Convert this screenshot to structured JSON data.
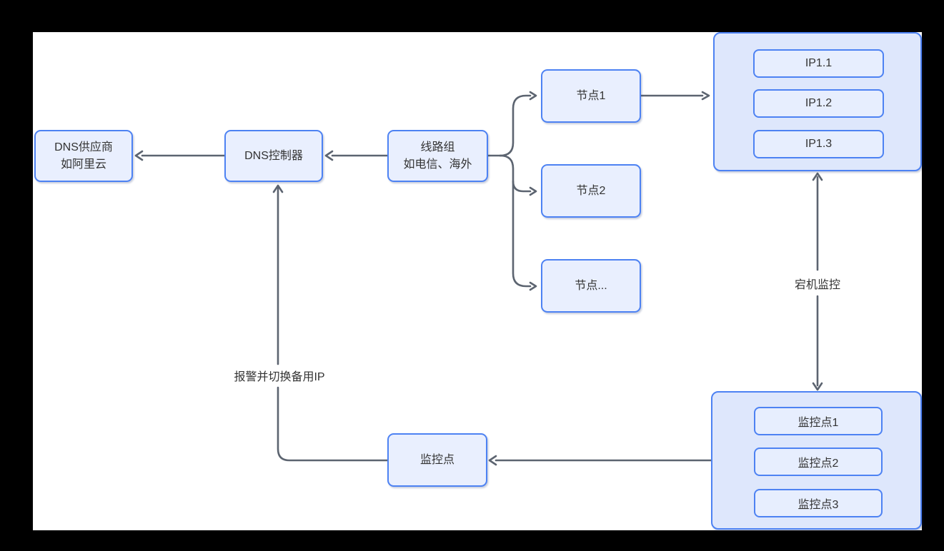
{
  "diagram": {
    "nodes": {
      "dns_provider": {
        "line1": "DNS供应商",
        "line2": "如阿里云"
      },
      "dns_controller": {
        "label": "DNS控制器"
      },
      "line_group": {
        "line1": "线路组",
        "line2": "如电信、海外"
      },
      "node_1": {
        "label": "节点1"
      },
      "node_2": {
        "label": "节点2"
      },
      "node_more": {
        "label": "节点..."
      },
      "monitor_point": {
        "label": "监控点"
      }
    },
    "ip_group": {
      "items": [
        "IP1.1",
        "IP1.2",
        "IP1.3"
      ]
    },
    "monitor_group": {
      "items": [
        "监控点1",
        "监控点2",
        "监控点3"
      ]
    },
    "edge_labels": {
      "downtime_monitor": "宕机监控",
      "alert_and_switch": "报警并切换备用IP"
    },
    "colors": {
      "page_bg": "#000000",
      "canvas_bg": "#ffffff",
      "node_border": "#4d82f3",
      "node_fill": "#e9effe",
      "container_fill": "#dee7fc",
      "inner_fill": "#e7eefe",
      "connector": "#5c6470",
      "text": "#333333"
    }
  }
}
